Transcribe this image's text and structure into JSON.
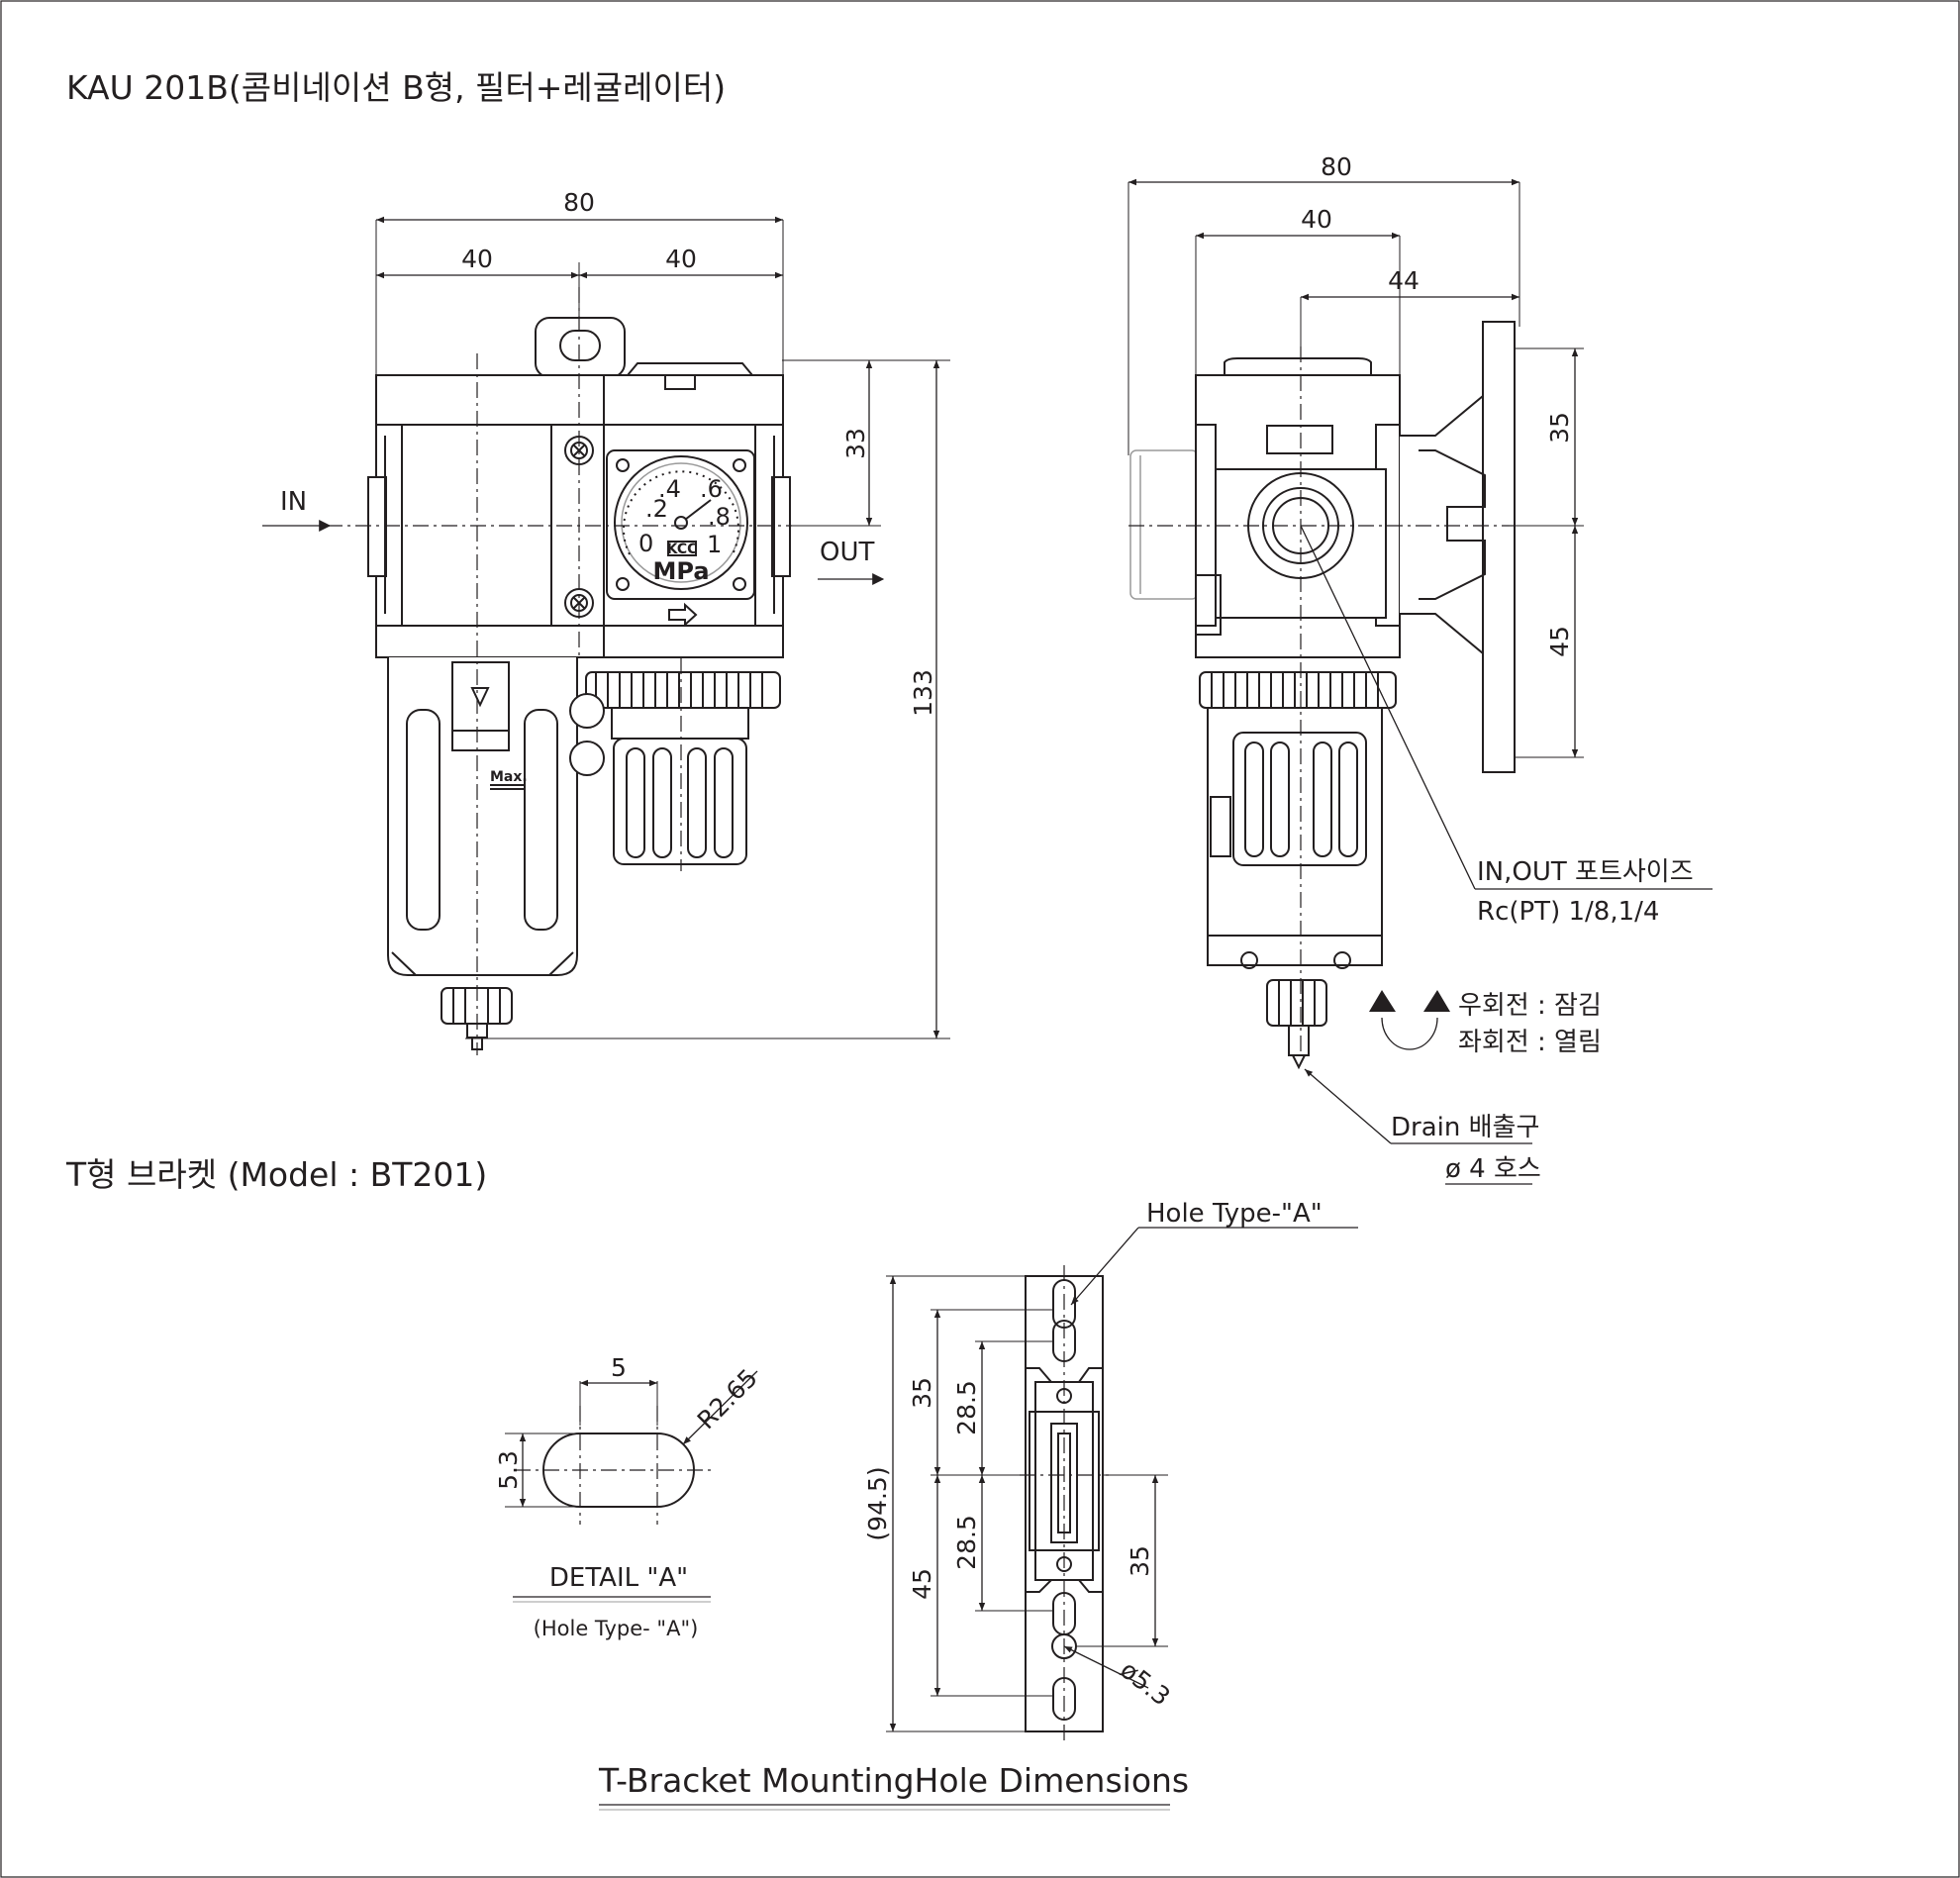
{
  "titles": {
    "main": "KAU 201B(콤비네이션 B형, 필터+레귤레이터)",
    "bracket": "T형 브라켓 (Model : BT201)",
    "mounting": "T-Bracket  MountingHole Dimensions"
  },
  "front_view": {
    "dims": {
      "total_width": "80",
      "left_half": "40",
      "right_half": "40",
      "top_to_port": "33",
      "height": "133"
    },
    "labels": {
      "in": "IN",
      "out": "OUT",
      "max": "Max."
    },
    "gauge": {
      "ticks": [
        ".2",
        ".4",
        ".6",
        ".8",
        "0",
        "1"
      ],
      "unit": "MPa",
      "brand": "KCC"
    }
  },
  "side_view": {
    "dims": {
      "total_width": "80",
      "half_width": "40",
      "offset": "44",
      "upper": "35",
      "lower": "45"
    },
    "port_note": {
      "line1": "IN,OUT 포트사이즈",
      "line2": "Rc(PT)  1/8,1/4"
    },
    "rotation": {
      "cw": "우회전 : 잠김",
      "ccw": "좌회전 : 열림"
    },
    "drain": {
      "line1": "Drain 배출구",
      "line2": "ø 4 호스"
    }
  },
  "detail": {
    "title": "DETAIL  \"A\"",
    "subtitle": "(Hole Type-  \"A\")",
    "width": "5",
    "height": "5.3",
    "radius": "R2.65"
  },
  "bracket_view": {
    "hole_type": "Hole Type-\"A\"",
    "dims": {
      "total": "(94.5)",
      "upper": "35",
      "upper_inner": "28.5",
      "lower": "45",
      "lower_inner": "28.5",
      "right": "35",
      "hole": "ø5.3"
    }
  }
}
